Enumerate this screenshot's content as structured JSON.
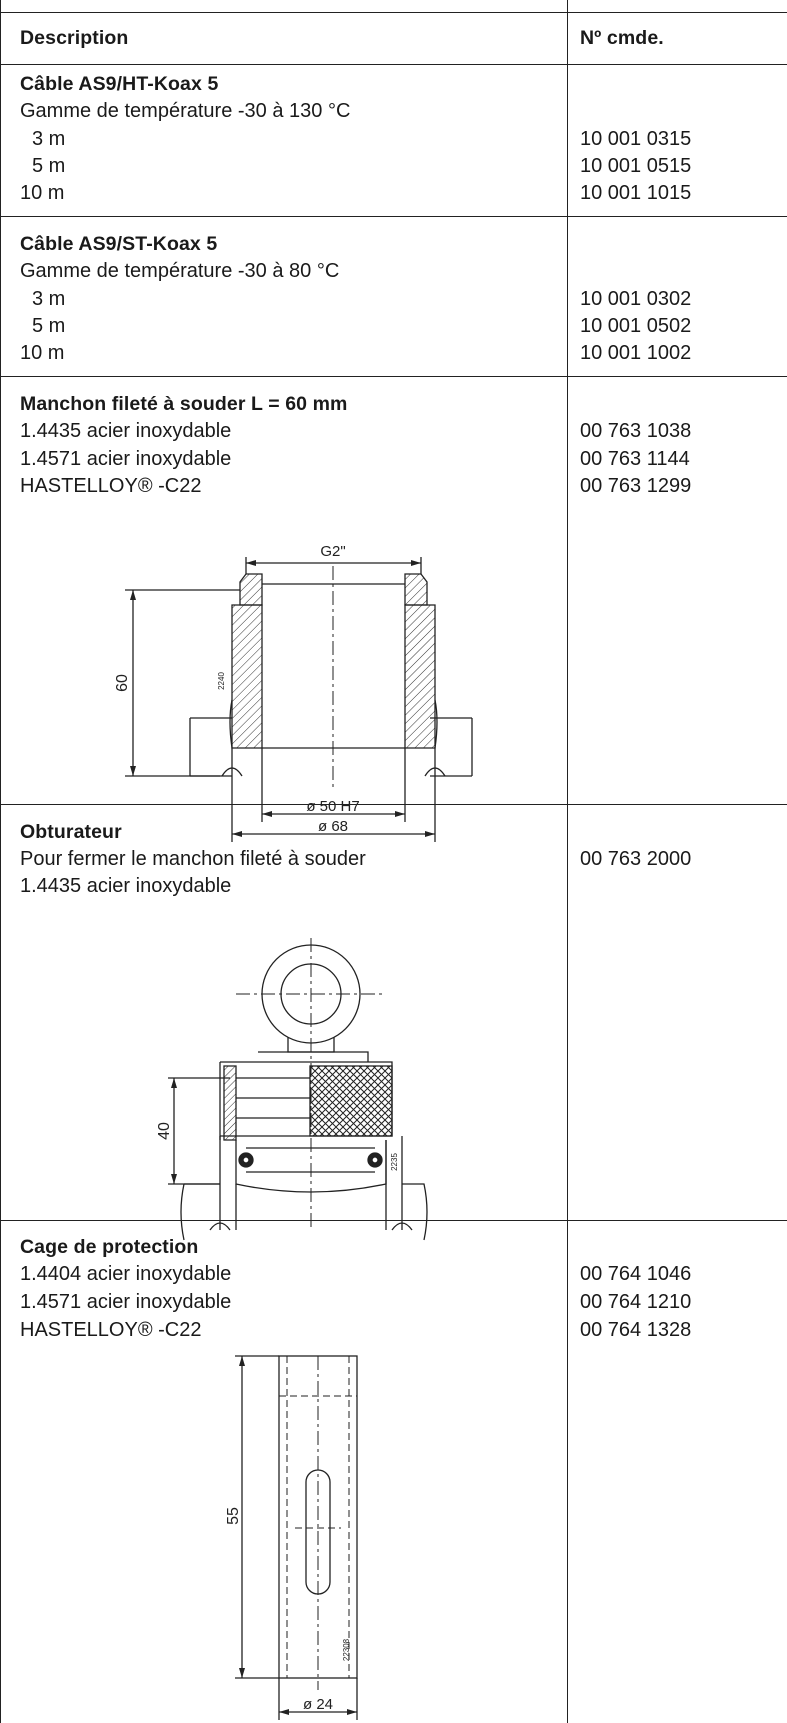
{
  "header": {
    "description": "Description",
    "order_no": "Nº cmde."
  },
  "sections": [
    {
      "title": "Câble AS9/HT-Koax 5",
      "note": "Gamme de température -30 à 130 °C",
      "items": [
        {
          "label": "3 m",
          "code": "10 001 0315"
        },
        {
          "label": "5 m",
          "code": "10 001 0515"
        },
        {
          "label": "10 m",
          "code": "10 001 1015"
        }
      ]
    },
    {
      "title": "Câble AS9/ST-Koax 5",
      "note": "Gamme de température -30 à 80 °C",
      "items": [
        {
          "label": "3 m",
          "code": "10 001 0302"
        },
        {
          "label": "5 m",
          "code": "10 001 0502"
        },
        {
          "label": "10 m",
          "code": "10 001 1002"
        }
      ]
    },
    {
      "title": "Manchon fileté à souder L = 60 mm",
      "items": [
        {
          "label": "1.4435 acier inoxydable",
          "code": "00 763 1038"
        },
        {
          "label": "1.4571 acier inoxydable",
          "code": "00 763 1144"
        },
        {
          "label": "HASTELLOY® -C22",
          "code": "00 763 1299"
        }
      ],
      "drawing": {
        "thread": "G2\"",
        "height": "60",
        "inner_dia": "ø 50 H7",
        "outer_dia": "ø 68",
        "ref": "2240"
      }
    },
    {
      "title": "Obturateur",
      "items": [
        {
          "label": "Pour fermer le manchon fileté à souder",
          "code": "00 763 2000"
        },
        {
          "label": "1.4435 acier inoxydable",
          "code": ""
        }
      ],
      "drawing": {
        "height": "40",
        "ref": "2235"
      }
    },
    {
      "title": "Cage de protection",
      "items": [
        {
          "label": "1.4404 acier inoxydable",
          "code": "00 764 1046"
        },
        {
          "label": "1.4571 acier inoxydable",
          "code": "00 764 1210"
        },
        {
          "label": "HASTELLOY® -C22",
          "code": "00 764 1328"
        }
      ],
      "drawing": {
        "height": "55",
        "dia": "ø 24",
        "ref": "22308"
      }
    }
  ]
}
